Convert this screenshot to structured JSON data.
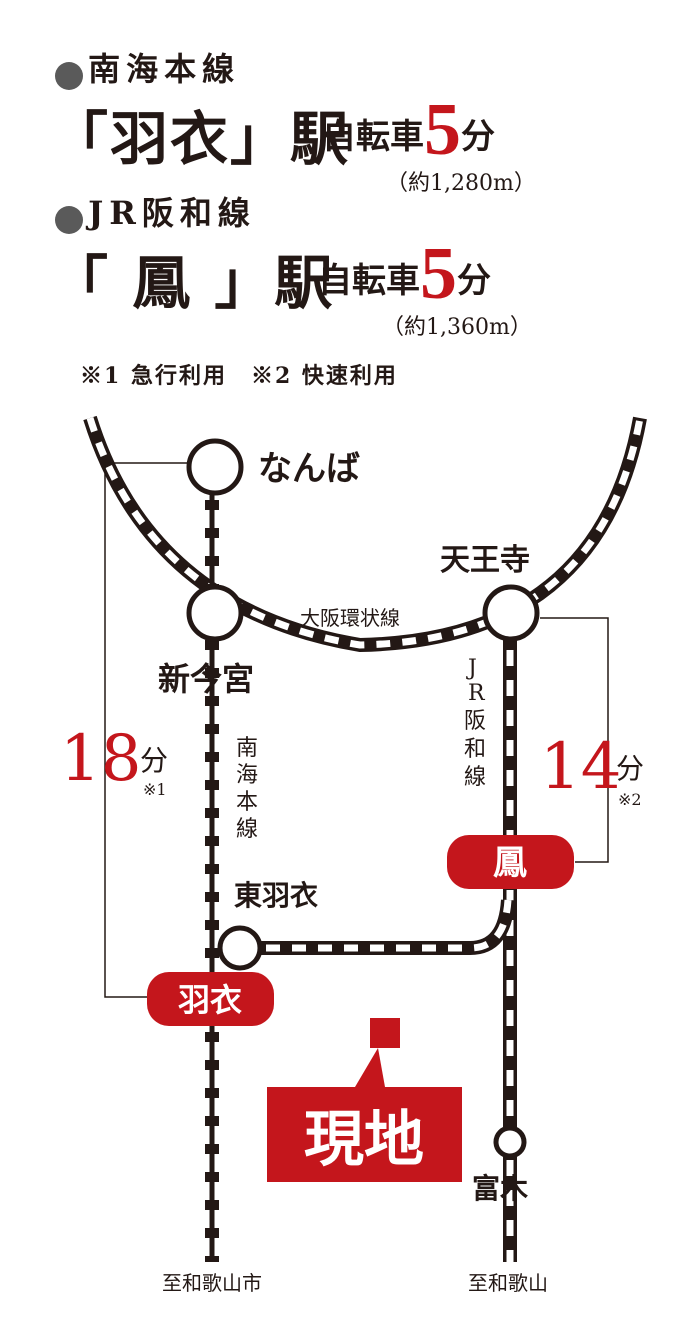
{
  "header": {
    "line1": "南海本線",
    "station1": "「羽衣」駅",
    "bike_label1": "自転車",
    "bike_minutes1": "5",
    "minute_unit1": "分",
    "distance1": "（約1,280m）",
    "line2": "JR阪和線",
    "station2": "「 鳳 」駅",
    "bike_label2": "自転車",
    "bike_minutes2": "5",
    "minute_unit2": "分",
    "distance2": "（約1,360m）",
    "notes": "※1 急行利用　※2  快速利用"
  },
  "map": {
    "namba": "なんば",
    "tennoji": "天王寺",
    "loop_line": "大阪環状線",
    "shin_imamiya": "新今宮",
    "nankai_line": [
      "南",
      "海",
      "本",
      "線"
    ],
    "jr_line": [
      "J",
      "R",
      "阪",
      "和",
      "線"
    ],
    "higashi_hagoromo": "東羽衣",
    "hagoromo": "羽衣",
    "otori": "鳳",
    "tomiki": "富木",
    "site": "現地",
    "left_time_num": "18",
    "left_time_unit": "分",
    "left_time_note": "※1",
    "right_time_num": "14",
    "right_time_unit": "分",
    "right_time_note": "※2",
    "to_wakayamashi": "至和歌山市",
    "to_wakayama": "至和歌山"
  },
  "colors": {
    "accent": "#c4161c",
    "ink": "#231815",
    "dot": "#5a5a5a"
  }
}
